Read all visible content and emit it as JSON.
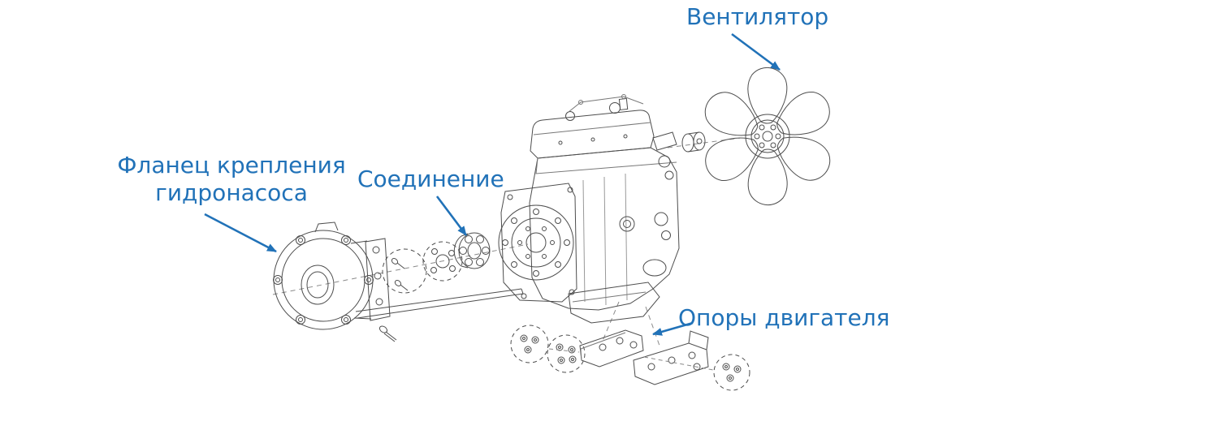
{
  "colors": {
    "accent": "#2172B8",
    "line": "#4d4d4d",
    "background": "#ffffff"
  },
  "diagram": {
    "labels": {
      "fan": "Вентилятор",
      "flange_line1": "Фланец крепления",
      "flange_line2": "гидронасоса",
      "coupling": "Соединение",
      "engine_mounts": "Опоры двигателя"
    }
  }
}
